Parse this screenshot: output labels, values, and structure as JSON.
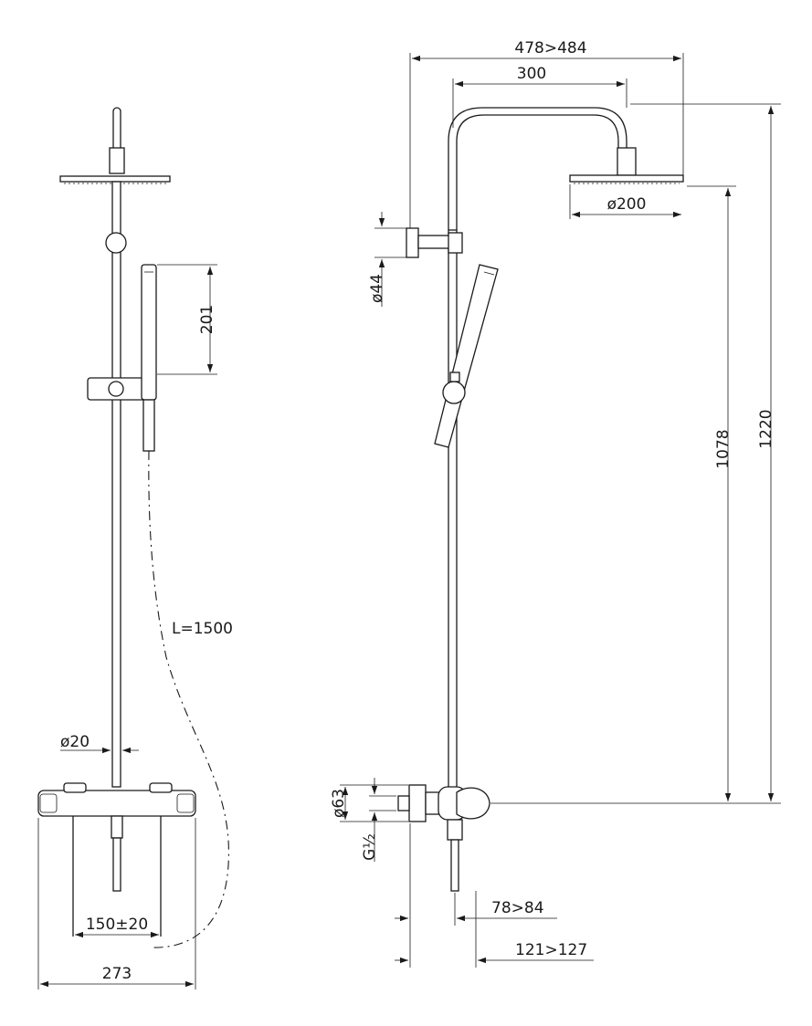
{
  "drawing": {
    "front_view": {
      "dim_hand_shower_height": "201",
      "hose_length": "L=1500",
      "dim_rail_diameter": "ø20",
      "dim_inlet_spacing": "150±20",
      "dim_mixer_width": "273"
    },
    "side_view": {
      "dim_total_projection": "478>484",
      "dim_arm_length": "300",
      "dim_head_diameter": "ø200",
      "dim_bracket_diameter": "ø44",
      "dim_head_height_from_mixer": "1078",
      "dim_total_height": "1220",
      "dim_cover_diameter": "ø63",
      "dim_thread": "G½",
      "dim_mixer_projection": "78>84",
      "dim_wall_projection": "121>127"
    }
  }
}
